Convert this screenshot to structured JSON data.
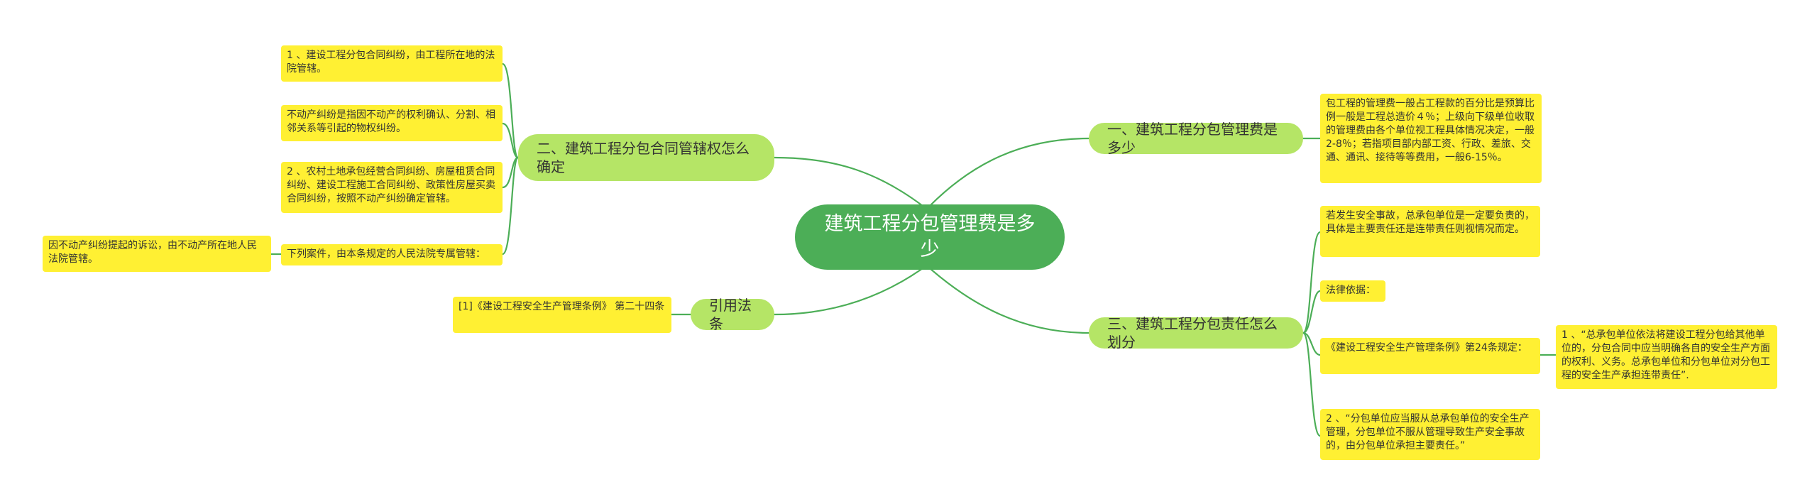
{
  "root": {
    "title": "建筑工程分包管理费是多少"
  },
  "left": [
    {
      "label": "二、建筑工程分包合同管辖权怎么确定",
      "leaves": [
        {
          "text": "1 、建设工程分包合同纠纷，由工程所在地的法院管辖。"
        },
        {
          "text": "不动产纠纷是指因不动产的权利确认、分割、相邻关系等引起的物权纠纷。"
        },
        {
          "text": "2 、农村土地承包经营合同纠纷、房屋租赁合同纠纷、建设工程施工合同纠纷、政策性房屋买卖合同纠纷，按照不动产纠纷确定管辖。"
        },
        {
          "text": "下列案件，由本条规定的人民法院专属管辖：",
          "child": "因不动产纠纷提起的诉讼，由不动产所在地人民法院管辖。"
        }
      ]
    },
    {
      "label": "引用法条",
      "leaves": [
        {
          "text": "[1]《建设工程安全生产管理条例》 第二十四条"
        }
      ]
    }
  ],
  "right": [
    {
      "label": "一、建筑工程分包管理费是多少",
      "leaves": [
        {
          "text": "包工程的管理费一般占工程款的百分比是预算比例一般是工程总造价４％；上级向下级单位收取的管理费由各个单位视工程具体情况决定，一般2-8％；若指项目部内部工资、行政、差旅、交通、通讯、接待等等费用，一般6-15％。"
        }
      ]
    },
    {
      "label": "三、建筑工程分包责任怎么划分",
      "leaves": [
        {
          "text": "若发生安全事故，总承包单位是一定要负责的，具体是主要责任还是连带责任则视情况而定。"
        },
        {
          "text": "法律依据："
        },
        {
          "text": "《建设工程安全生产管理条例》第24条规定：",
          "child": "1 、“总承包单位依法将建设工程分包给其他单位的，分包合同中应当明确各自的安全生产方面的权利、义务。总承包单位和分包单位对分包工程的安全生产承担连带责任”."
        },
        {
          "text": "2 、“分包单位应当服从总承包单位的安全生产管理，分包单位不服从管理导致生产安全事故的，由分包单位承担主要责任。”"
        }
      ]
    }
  ],
  "colors": {
    "root": "#4cae57",
    "branch": "#b5e566",
    "leaf": "#fff033",
    "edge": "#4cae57"
  }
}
